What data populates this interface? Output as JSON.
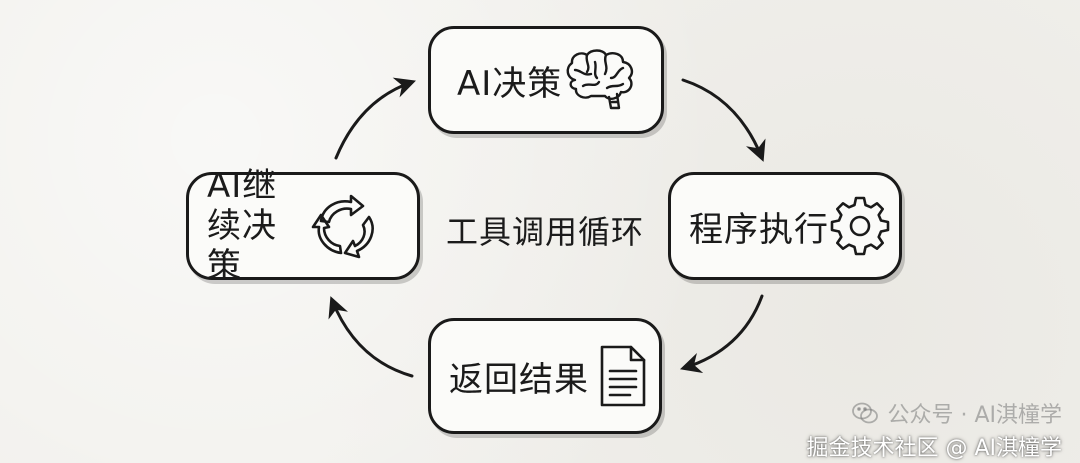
{
  "diagram": {
    "center_title": "工具调用循环",
    "nodes": {
      "decision": {
        "label": "AI决策",
        "icon": "brain-icon"
      },
      "execution": {
        "label": "程序执行",
        "icon": "gear-icon"
      },
      "return": {
        "label": "返回结果",
        "icon": "document-icon"
      },
      "continue": {
        "label": "AI继续决策",
        "icon": "cycle-arrows-icon"
      }
    },
    "flow": [
      "AI决策",
      "程序执行",
      "返回结果",
      "AI继续决策",
      "AI决策"
    ]
  },
  "watermark": {
    "wechat": "公众号 · AI淇橦学",
    "juejin": "掘金技术社区 @ AI淇橦学"
  }
}
